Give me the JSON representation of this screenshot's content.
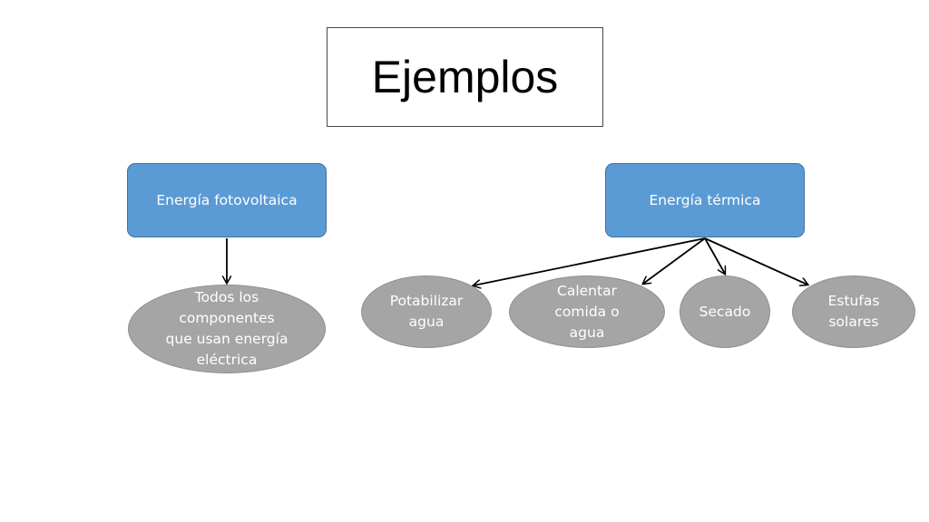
{
  "title": "Ejemplos",
  "categories": [
    {
      "label": "Energía fotovoltaica"
    },
    {
      "label": "Energía térmica"
    }
  ],
  "examples": [
    {
      "label": "Todos los\ncomponentes\nque usan energía\neléctrica"
    },
    {
      "label": "Potabilizar\nagua"
    },
    {
      "label": "Calentar\ncomida o\nagua"
    },
    {
      "label": "Secado"
    },
    {
      "label": "Estufas\nsolares"
    }
  ],
  "colors": {
    "category_fill": "#5b9bd5",
    "category_border": "#41719c",
    "example_fill": "#a5a5a5",
    "text_light": "#ffffff",
    "arrow": "#000000"
  }
}
